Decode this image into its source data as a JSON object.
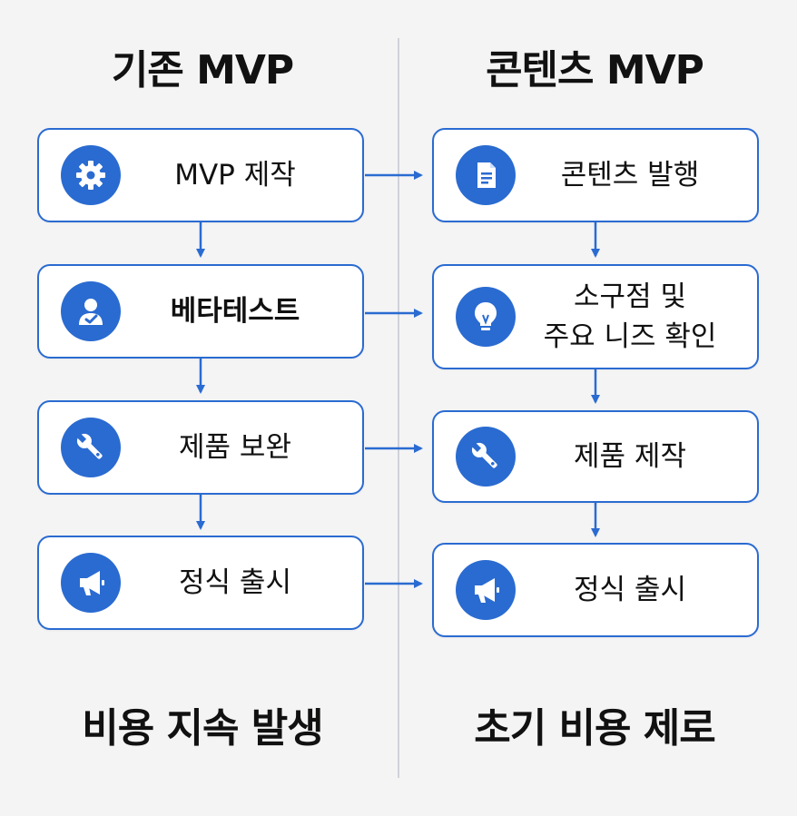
{
  "left": {
    "title": "기존 MVP",
    "steps": [
      {
        "label": "MVP 제작",
        "icon": "gear-icon"
      },
      {
        "label": "베타테스트",
        "icon": "user-check-icon"
      },
      {
        "label": "제품 보완",
        "icon": "wrench-icon"
      },
      {
        "label": "정식 출시",
        "icon": "megaphone-icon"
      }
    ],
    "footer": "비용 지속 발생"
  },
  "right": {
    "title": "콘텐츠 MVP",
    "steps": [
      {
        "label": "콘텐츠 발행",
        "icon": "document-icon"
      },
      {
        "label": "소구점 및\n주요 니즈 확인",
        "icon": "lightbulb-icon"
      },
      {
        "label": "제품 제작",
        "icon": "wrench-icon"
      },
      {
        "label": "정식 출시",
        "icon": "megaphone-icon"
      }
    ],
    "footer": "초기 비용 제로"
  },
  "colors": {
    "accent": "#2a6bd1",
    "background": "#f4f4f5",
    "text": "#111111"
  }
}
